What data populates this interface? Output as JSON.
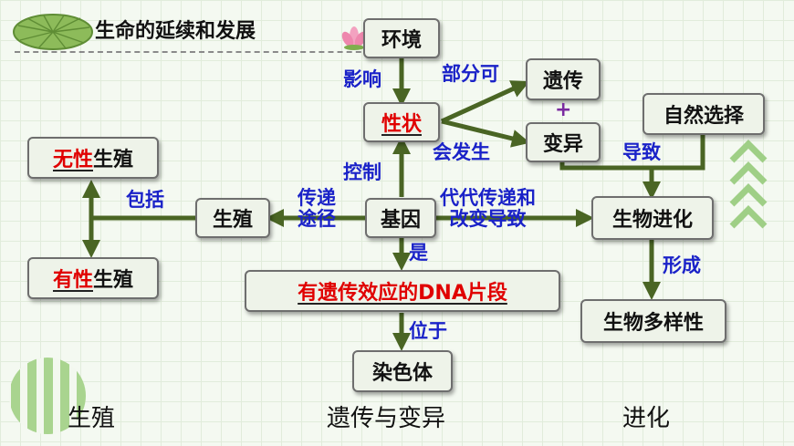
{
  "title": "生命的延续和发展",
  "nodes": {
    "environment": "环境",
    "trait": "性状",
    "heredity": "遗传",
    "variation": "变异",
    "natural_selection": "自然选择",
    "asexual_red": "无性",
    "asexual_suffix": "生殖",
    "sexual_red": "有性",
    "sexual_suffix": "生殖",
    "reproduction": "生殖",
    "gene": "基因",
    "evolution": "生物进化",
    "diversity": "生物多样性",
    "dna_segment": "有遗传效应的DNA片段",
    "chromosome": "染色体"
  },
  "labels": {
    "influence": "影响",
    "partially_can": "部分可",
    "plus": "+",
    "will_occur": "会发生",
    "leads_to": "导致",
    "control": "控制",
    "include": "包括",
    "transmit_line1": "传递",
    "transmit_line2": "途径",
    "generational_line1": "代代传递和",
    "generational_line2": "改变导致",
    "is": "是",
    "forms": "形成",
    "located_in": "位于"
  },
  "footer": {
    "left": "生殖",
    "center": "遗传与变异",
    "right": "进化"
  }
}
